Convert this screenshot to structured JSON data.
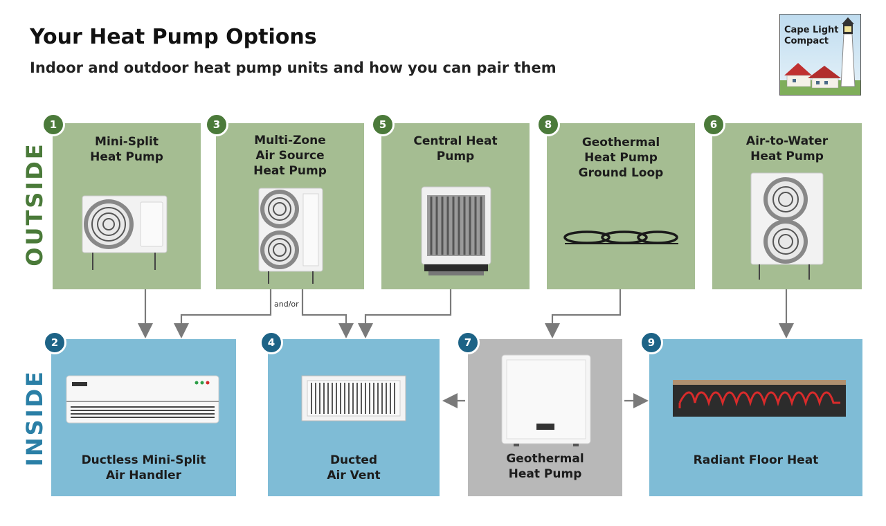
{
  "header": {
    "title": "Your Heat Pump Options",
    "subtitle": "Indoor and outdoor heat pump units and how you can pair them"
  },
  "logo": {
    "text": "Cape Light Compact"
  },
  "sections": {
    "outside": "OUTSIDE",
    "inside": "INSIDE"
  },
  "outside_units": [
    {
      "number": "1",
      "label": "Mini-Split\nHeat Pump"
    },
    {
      "number": "3",
      "label": "Multi-Zone\nAir Source\nHeat Pump"
    },
    {
      "number": "5",
      "label": "Central Heat\nPump"
    },
    {
      "number": "8",
      "label": "Geothermal\nHeat Pump\nGround Loop"
    },
    {
      "number": "6",
      "label": "Air-to-Water\nHeat Pump"
    }
  ],
  "inside_units": [
    {
      "number": "2",
      "label": "Ductless Mini-Split\nAir Handler"
    },
    {
      "number": "4",
      "label": "Ducted\nAir Vent"
    },
    {
      "number": "7",
      "label": "Geothermal\nHeat Pump"
    },
    {
      "number": "9",
      "label": "Radiant Floor Heat"
    }
  ],
  "connector_note": "and/or",
  "colors": {
    "outside_card": "#a5bd92",
    "inside_card": "#7fbcd6",
    "geothermal_card": "#b8b8b8",
    "outside_badge": "#4b7a3a",
    "inside_badge": "#1d6386"
  }
}
